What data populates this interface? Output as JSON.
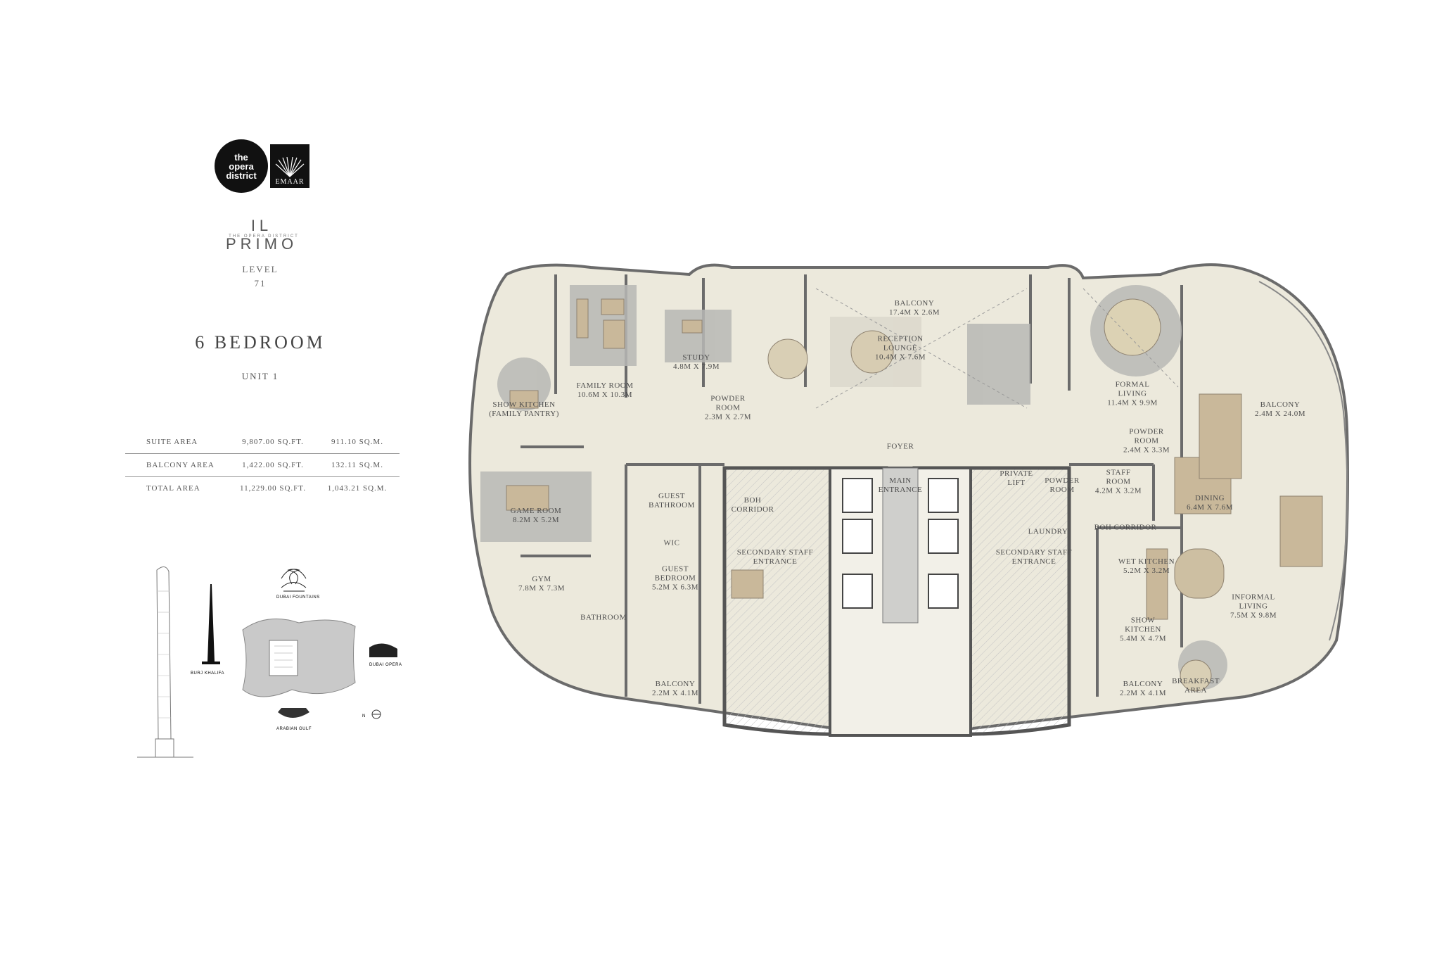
{
  "logos": {
    "opera": [
      "the",
      "opera",
      "district"
    ],
    "emaar": "EMAAR"
  },
  "brand": {
    "name": "IL PRIMO",
    "subtitle": "THE OPERA DISTRICT"
  },
  "level": {
    "label": "LEVEL",
    "number": "71"
  },
  "unit": {
    "title": "6 BEDROOM",
    "subtitle": "UNIT 1"
  },
  "areas": [
    {
      "name": "SUITE AREA",
      "sqft": "9,807.00 SQ.FT.",
      "sqm": "911.10 SQ.M."
    },
    {
      "name": "BALCONY AREA",
      "sqft": "1,422.00 SQ.FT.",
      "sqm": "132.11 SQ.M."
    },
    {
      "name": "TOTAL AREA",
      "sqft": "11,229.00 SQ.FT.",
      "sqm": "1,043.21 SQ.M."
    }
  ],
  "key_plan": {
    "labels": {
      "fountains": "DUBAI FOUNTAINS",
      "burj": "BURJ KHALIFA",
      "opera": "DUBAI OPERA",
      "gulf": "ARABIAN GULF",
      "north": "N"
    }
  },
  "rooms": {
    "balcony_top": "BALCONY\n17.4M X 2.6M",
    "reception": "RECEPTION\nLOUNGE\n10.4M X 7.6M",
    "study": "STUDY\n4.8M X 7.9M",
    "family": "FAMILY ROOM\n10.6M X 10.3M",
    "show_kitchen_left": "SHOW KITCHEN\n(FAMILY PANTRY)",
    "powder_left": "POWDER\nROOM\n2.3M X 2.7M",
    "formal_living": "FORMAL\nLIVING\n11.4M X 9.9M",
    "balcony_right": "BALCONY\n2.4M X 24.0M",
    "powder_right": "POWDER\nROOM\n2.4M X 3.3M",
    "foyer": "FOYER",
    "main_entrance": "MAIN\nENTRANCE",
    "private_lift": "PRIVATE\nLIFT",
    "staff_room": "STAFF\nROOM\n4.2M X 3.2M",
    "dining": "DINING\n6.4M X 7.6M",
    "game_room": "GAME ROOM\n8.2M X 5.2M",
    "guest_bathroom": "GUEST\nBATHROOM",
    "boh_left": "BOH\nCORRIDOR",
    "laundry": "LAUNDRY",
    "boh_right": "BOH CORRIDOR",
    "wic": "WIC",
    "secondary_left": "SECONDARY STAFF\nENTRANCE",
    "secondary_right": "SECONDARY STAFF\nENTRANCE",
    "wet_kitchen": "WET KITCHEN\n5.2M X 3.2M",
    "guest_bedroom": "GUEST\nBEDROOM\n5.2M X 6.3M",
    "gym": "GYM\n7.8M X 7.3M",
    "bathroom": "BATHROOM",
    "show_kitchen_right": "SHOW\nKITCHEN\n5.4M X 4.7M",
    "informal_living": "INFORMAL\nLIVING\n7.5M X 9.8M",
    "breakfast": "BREAKFAST\nAREA",
    "balcony_bl": "BALCONY\n2.2M X 4.1M",
    "balcony_br": "BALCONY\n2.2M X 4.1M",
    "powder_room_small": "POWDER\nROOM"
  },
  "colors": {
    "floor": "#ece9dc",
    "wall": "#6b6b6b",
    "carpet": "#b8b8b5",
    "furniture": "#c9b89a",
    "accent": "#8e8270"
  }
}
